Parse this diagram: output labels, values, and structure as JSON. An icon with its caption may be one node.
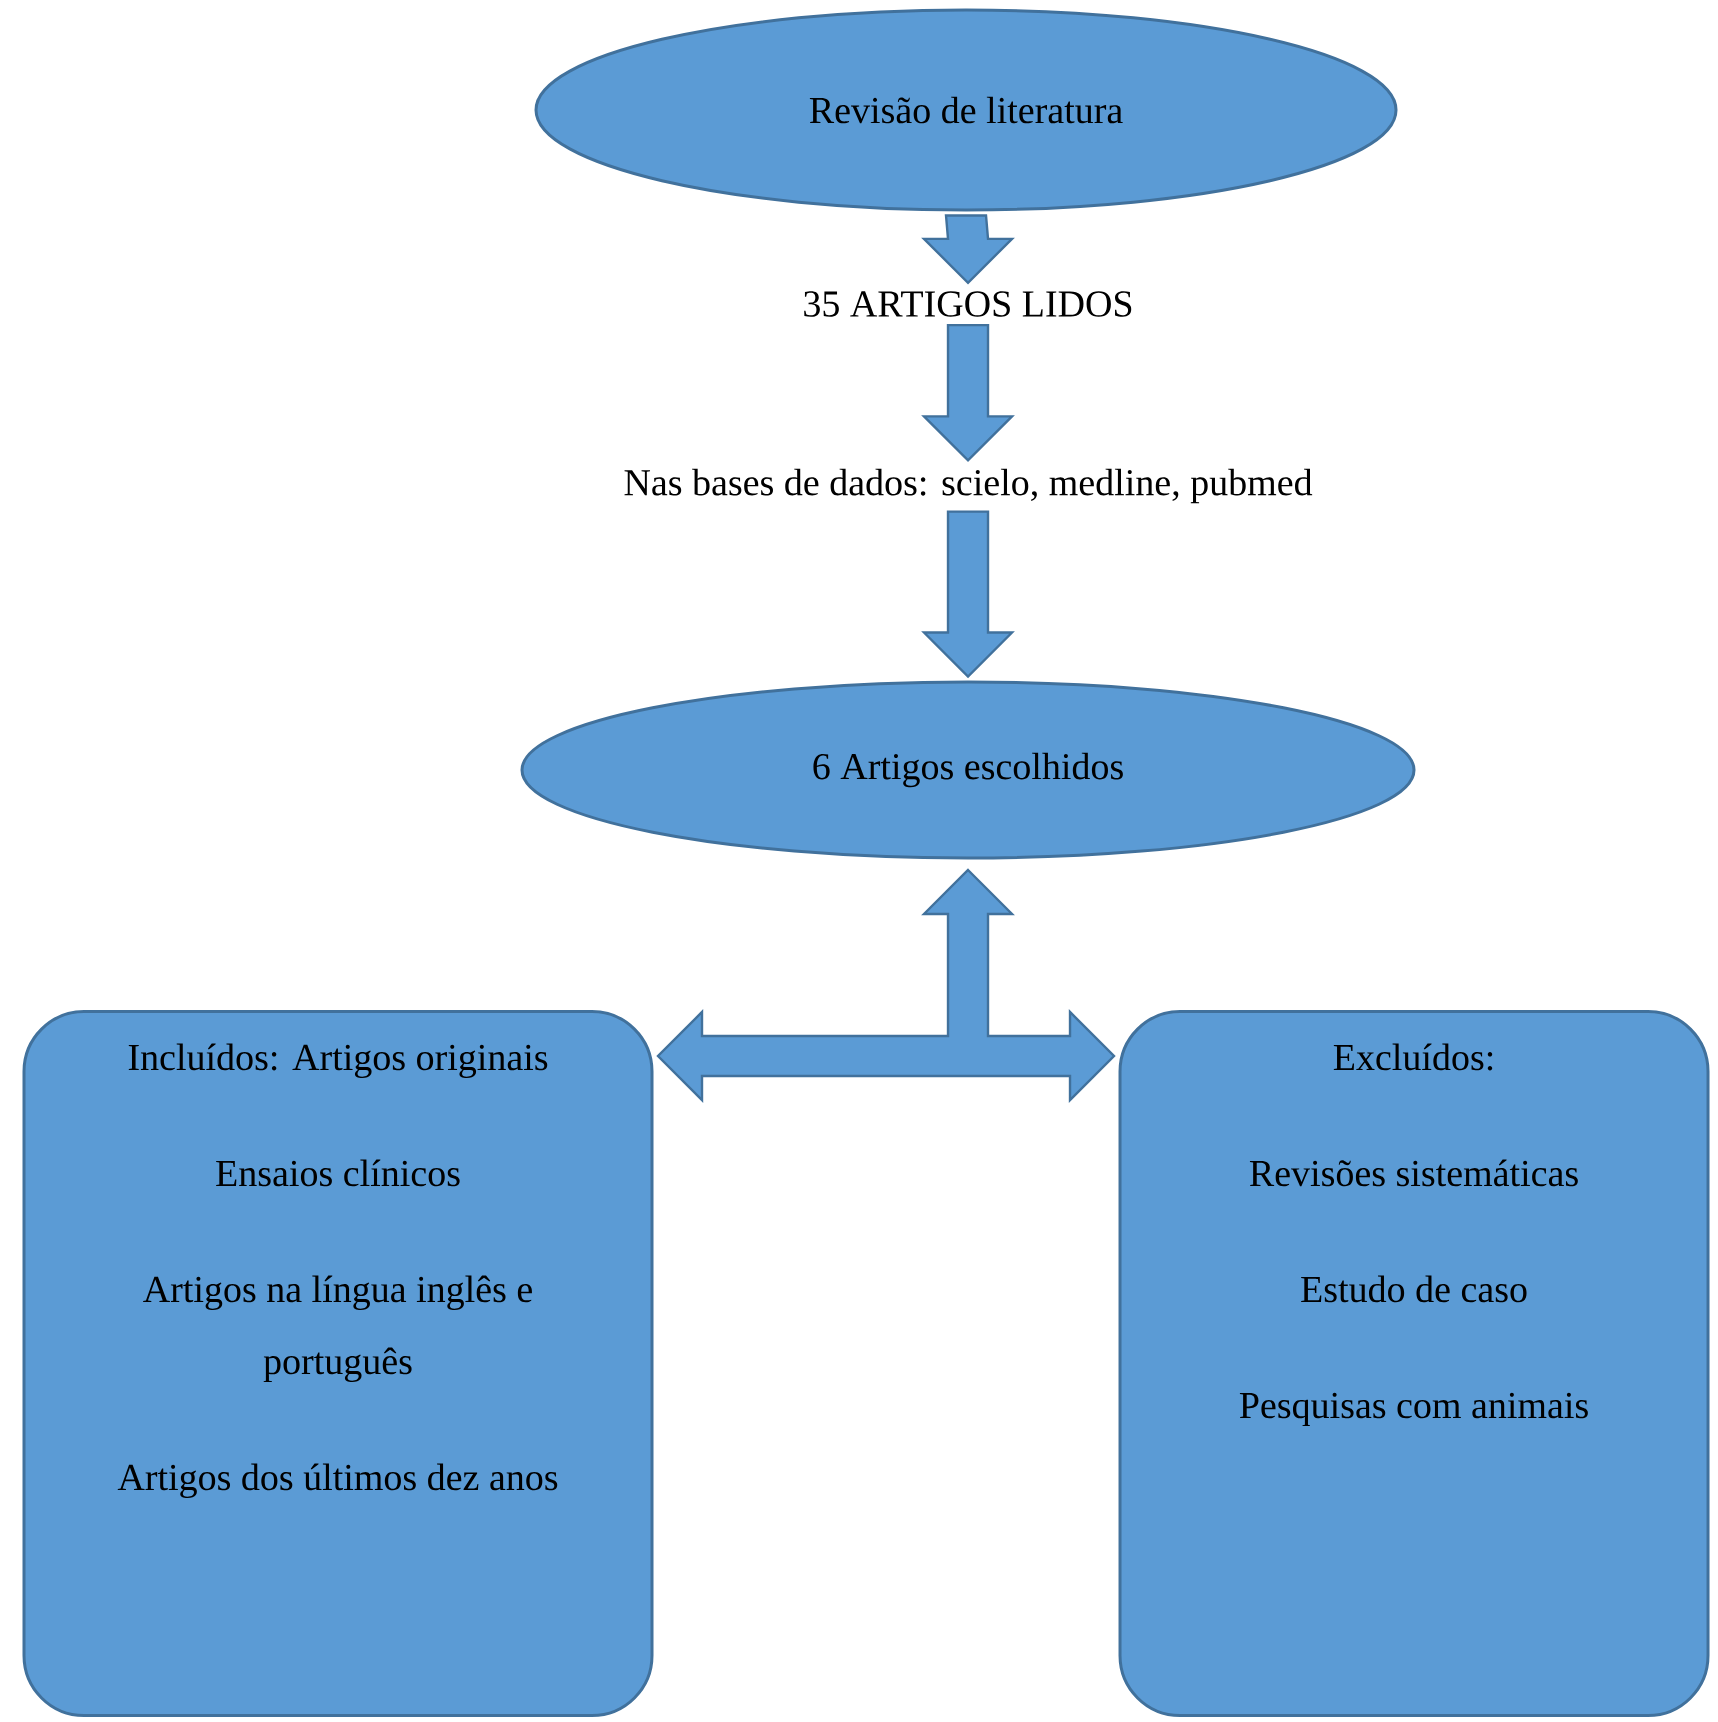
{
  "diagram": {
    "nodes": [
      {
        "text": [
          "Revisão de literatura"
        ]
      },
      {
        "text": [
          "35 ARTIGOS LIDOS"
        ]
      },
      {
        "text": [
          "Nas bases de dados: scielo, medline, pubmed"
        ]
      },
      {
        "text": [
          "6 Artigos escolhidos"
        ]
      },
      {
        "text": [
          "Incluídos: Artigos originais",
          "Ensaios clínicos",
          "Artigos na língua inglês e português",
          "Artigos dos últimos dez anos"
        ]
      },
      {
        "text": [
          "Excluídos:",
          "Revisões sistemáticas",
          "Estudo de caso",
          "Pesquisas com animais"
        ]
      }
    ],
    "edges": [
      {
        "from": 0,
        "to": 1,
        "arrow": "to"
      },
      {
        "from": 1,
        "to": 2,
        "arrow": "to"
      },
      {
        "from": 2,
        "to": 3,
        "arrow": "to"
      },
      {
        "from": 3,
        "to": 4,
        "arrow": "both"
      },
      {
        "from": 3,
        "to": 5,
        "arrow": "both"
      }
    ]
  }
}
